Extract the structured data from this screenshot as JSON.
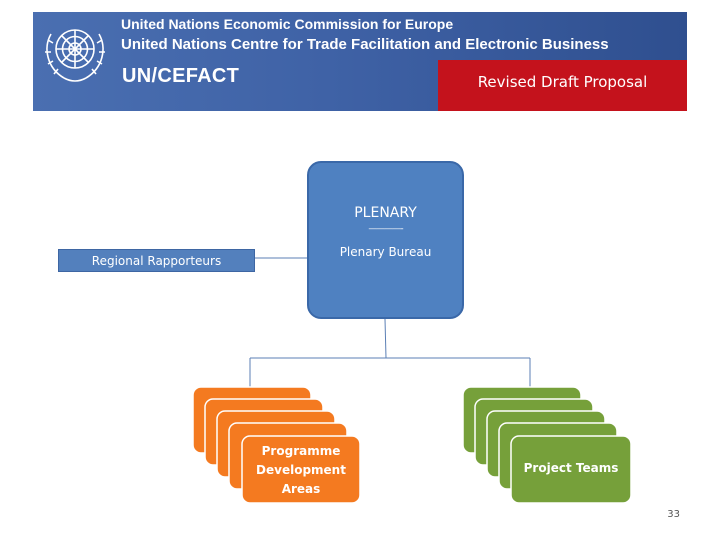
{
  "header": {
    "org_line_1": "United Nations Economic Commission for Europe",
    "org_line_2": "United Nations Centre for Trade Facilitation and Electronic Business",
    "acronym": "UN/CEFACT",
    "status": "Revised Draft Proposal",
    "logo_icon": "un-emblem-icon"
  },
  "diagram": {
    "plenary": {
      "title": "PLENARY",
      "separator": "————-",
      "subtitle": "Plenary Bureau"
    },
    "regional_rapporteurs": "Regional Rapporteurs",
    "programme_development_areas": {
      "line1": "Programme",
      "line2": "Development",
      "line3": "Areas"
    },
    "project_teams": "Project Teams"
  },
  "colors": {
    "banner_blue": "#3a5ea2",
    "banner_red": "#c4121c",
    "plenary_blue": "#4f81c1",
    "orange": "#f47a20",
    "green": "#76a03a"
  },
  "page_number": "33"
}
